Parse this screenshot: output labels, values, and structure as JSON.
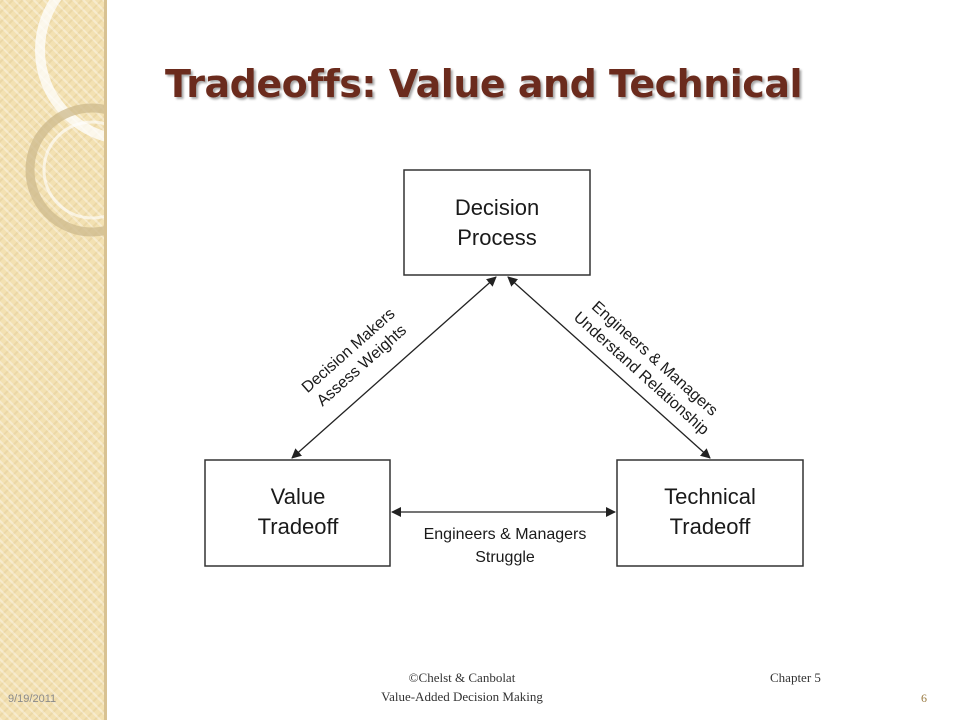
{
  "slide": {
    "title": "Tradeoffs: Value and Technical",
    "footer": {
      "date": "9/19/2011",
      "authors": "©Chelst & Canbolat",
      "course": "Value-Added Decision Making",
      "chapter": "Chapter 5",
      "page": "6"
    }
  },
  "diagram": {
    "nodes": {
      "decision": {
        "line1": "Decision",
        "line2": "Process"
      },
      "value": {
        "line1": "Value",
        "line2": "Tradeoff"
      },
      "technical": {
        "line1": "Technical",
        "line2": "Tradeoff"
      }
    },
    "edges": {
      "left": {
        "line1": "Decision Makers",
        "line2": "Assess Weights"
      },
      "right": {
        "line1": "Engineers & Managers",
        "line2": "Understand Relationship"
      },
      "bottom": {
        "line1": "Engineers & Managers",
        "line2": "Struggle"
      }
    }
  },
  "colors": {
    "title": "#6b2b1d",
    "sidebar": "#f3e1b2",
    "diagram_stroke": "#333333"
  }
}
